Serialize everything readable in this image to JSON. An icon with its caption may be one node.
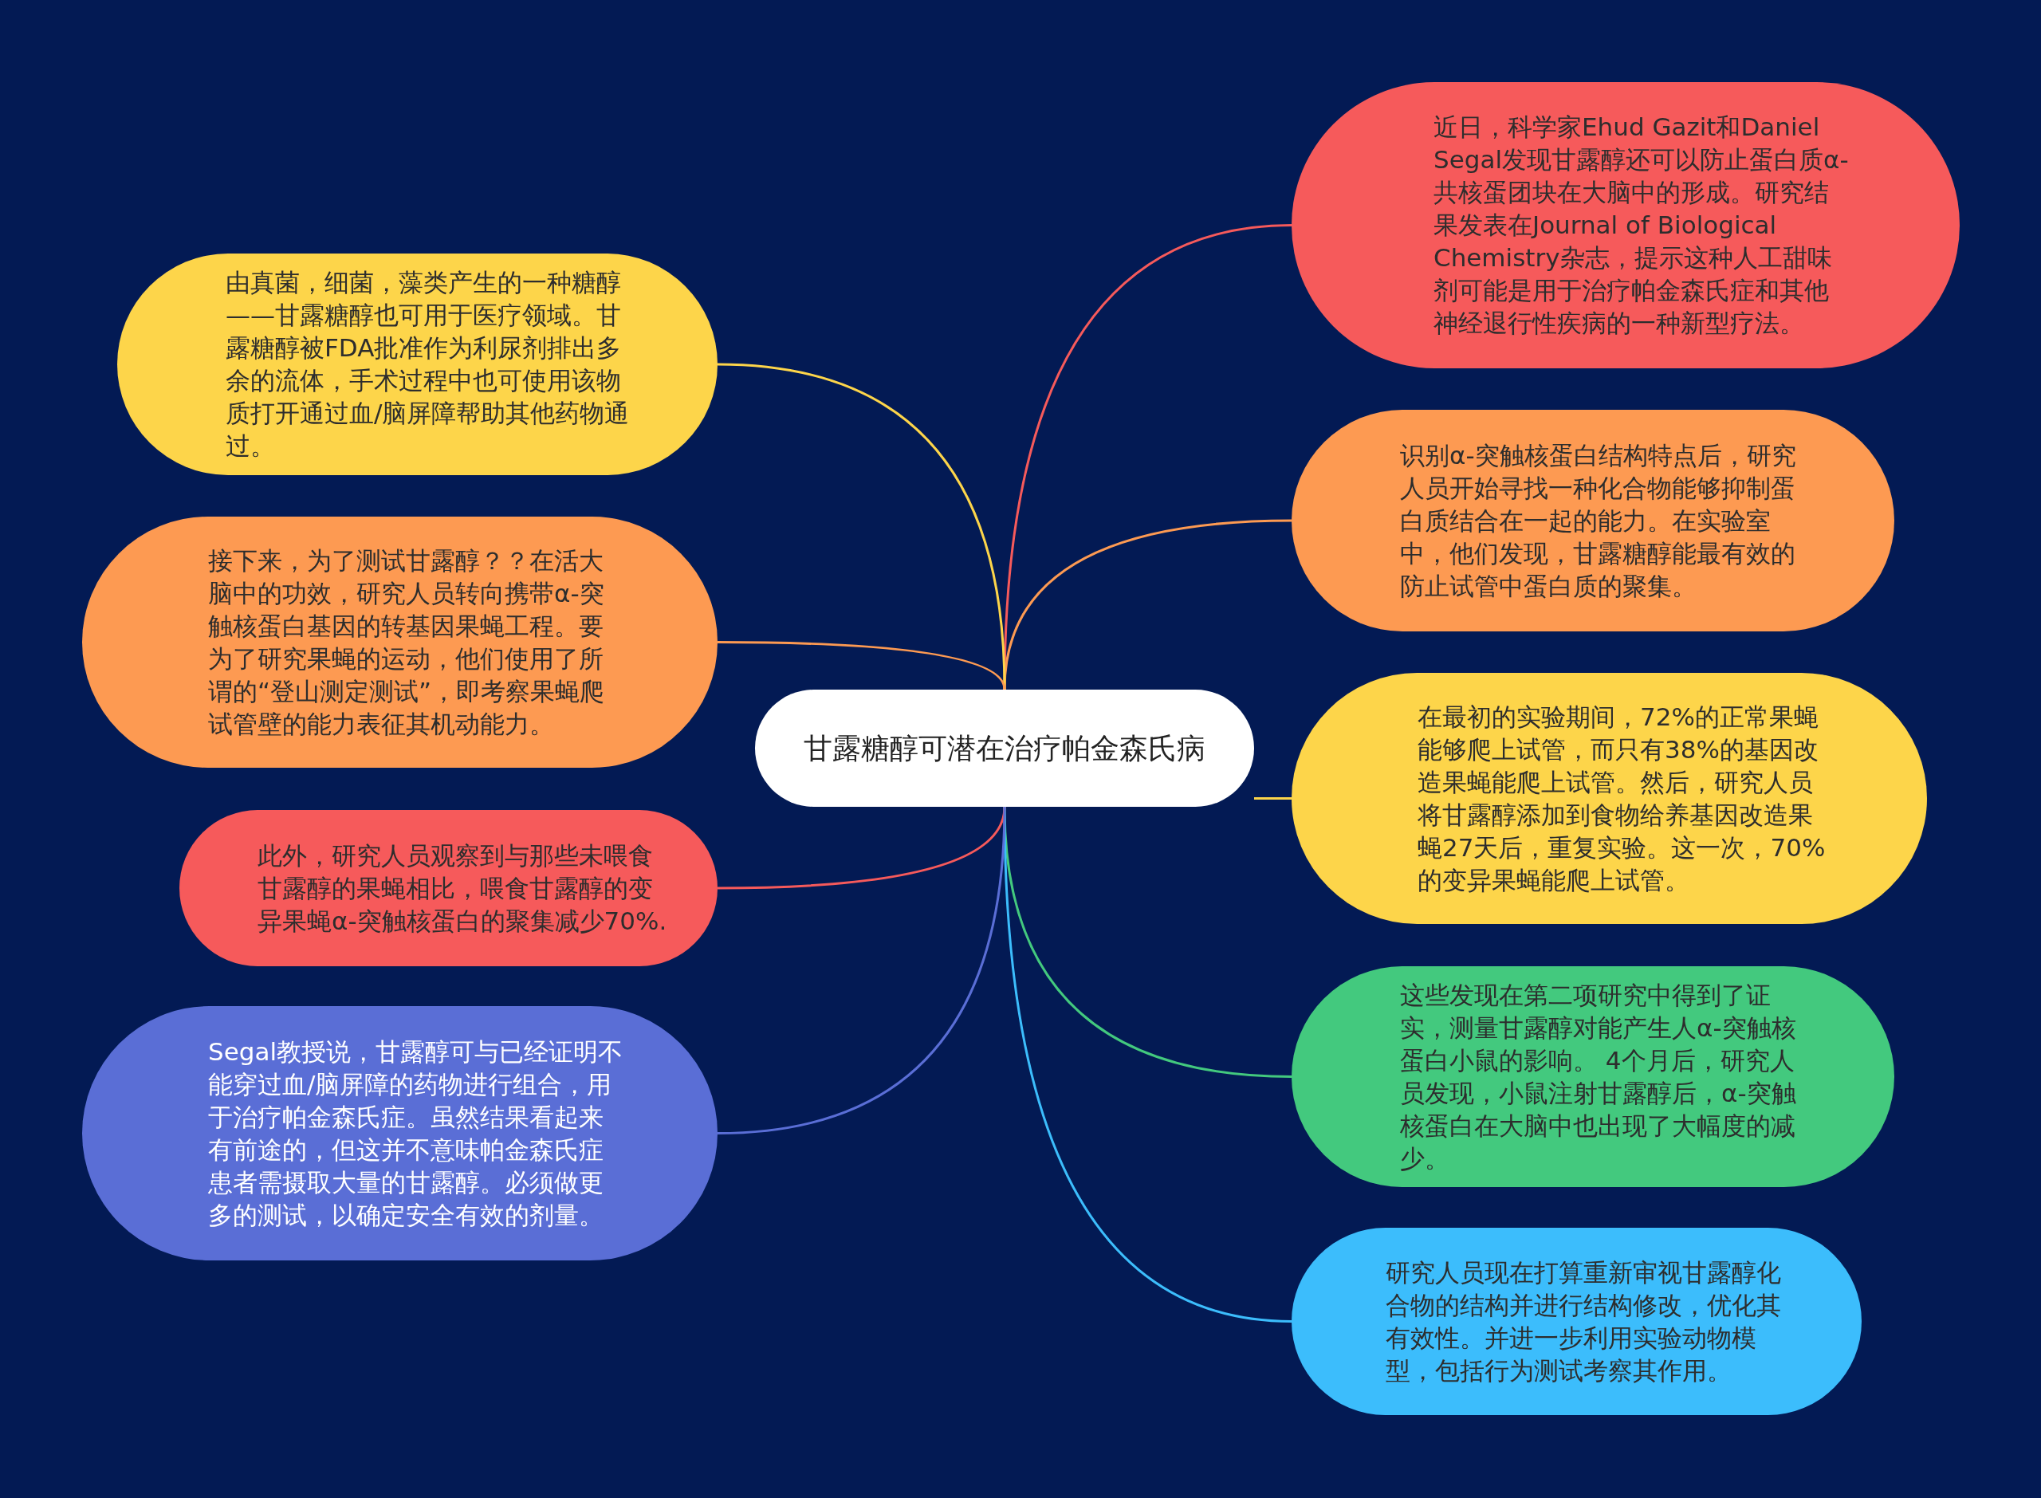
{
  "diagram": {
    "nodes": [
      {
        "text": [
          "甘露糖醇可潜在治疗帕金森氏病"
        ]
      },
      {
        "text": [
          "近日，科学家Ehud Gazit和Daniel Segal发现甘露醇还可以防止蛋白质α-共核蛋团块在大脑中的形成。研究结果发表在Journal of Biological Chemistry杂志，提示这种人工甜味剂可能是用于治疗帕金森氏症和其他神经退行性疾病的一种新型疗法。"
        ]
      },
      {
        "text": [
          "识别α-突触核蛋白结构特点后，研究人员开始寻找一种化合物能够抑制蛋白质结合在一起的能力。在实验室中，他们发现，甘露糖醇能最有效的防止试管中蛋白质的聚集。"
        ]
      },
      {
        "text": [
          "在最初的实验期间，72%的正常果蝇能够爬上试管，而只有38%的基因改造果蝇能爬上试管。然后，研究人员将甘露醇添加到食物给养基因改造果蝇27天后，重复实验。这一次，70%的变异果蝇能爬上试管。"
        ]
      },
      {
        "text": [
          "这些发现在第二项研究中得到了证实，测量甘露醇对能产生人α-突触核蛋白小鼠的影响。 4个月后，研究人员发现，小鼠注射甘露醇后，α-突触核蛋白在大脑中也出现了大幅度的减少。"
        ]
      },
      {
        "text": [
          "研究人员现在打算重新审视甘露醇化合物的结构并进行结构修改，优化其有效性。并进一步利用实验动物模型，包括行为测试考察其作用。"
        ]
      },
      {
        "text": [
          "由真菌，细菌，藻类产生的一种糖醇——甘露糖醇也可用于医疗领域。甘露糖醇被FDA批准作为利尿剂排出多余的流体，手术过程中也可使用该物质打开通过血/脑屏障帮助其他药物通过。"
        ]
      },
      {
        "text": [
          "接下来，为了测试甘露醇？？在活大脑中的功效，研究人员转向携带α-突触核蛋白基因的转基因果蝇工程。要为了研究果蝇的运动，他们使用了所谓的“登山测定测试”，即考察果蝇爬试管壁的能力表征其机动能力。"
        ]
      },
      {
        "text": [
          "此外，研究人员观察到与那些未喂食甘露醇的果蝇相比，喂食甘露醇的变异果蝇α-突触核蛋白的聚集减少70%."
        ]
      },
      {
        "text": [
          "Segal教授说，甘露醇可与已经证明不能穿过血/脑屏障的药物进行组合，用于治疗帕金森氏症。虽然结果看起来有前途的，但这并不意味帕金森氏症患者需摄取大量的甘露醇。必须做更多的测试，以确定安全有效的剂量。"
        ]
      }
    ],
    "edges": [
      {
        "from": 0,
        "to": 1,
        "arrow": "none",
        "color": "#f65a5b"
      },
      {
        "from": 0,
        "to": 2,
        "arrow": "none",
        "color": "#fd9a52"
      },
      {
        "from": 0,
        "to": 3,
        "arrow": "none",
        "color": "#fdd54a"
      },
      {
        "from": 0,
        "to": 4,
        "arrow": "none",
        "color": "#43c97e"
      },
      {
        "from": 0,
        "to": 5,
        "arrow": "none",
        "color": "#3cbdfc"
      },
      {
        "from": 0,
        "to": 6,
        "arrow": "none",
        "color": "#fdd54a"
      },
      {
        "from": 0,
        "to": 7,
        "arrow": "none",
        "color": "#fd9a52"
      },
      {
        "from": 0,
        "to": 8,
        "arrow": "none",
        "color": "#f65a5b"
      },
      {
        "from": 0,
        "to": 9,
        "arrow": "none",
        "color": "#5a6ed6"
      }
    ]
  }
}
